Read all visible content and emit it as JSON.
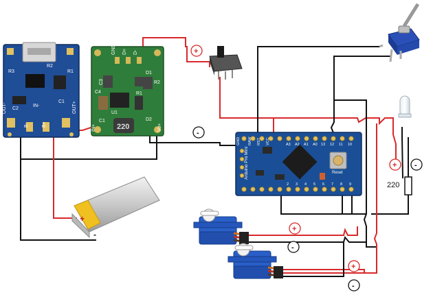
{
  "colors": {
    "wire_positive": "#d8282a",
    "wire_negative": "#111111",
    "charger_board": "#1f4d96",
    "boost_board": "#2f7d3a",
    "pro_mini_board": "#1a4f97",
    "servo_body": "#2a5fc8",
    "battery_body": "#c8c8c8",
    "battery_label": "#f0c020"
  },
  "symbols": {
    "plus": "+",
    "minus": "-"
  },
  "charger": {
    "labels": [
      "OUT-",
      "OUT+",
      "B-",
      "B+",
      "R1",
      "R2",
      "R3",
      "C1",
      "C2",
      "IN-"
    ]
  },
  "boost": {
    "labels": [
      "GND",
      "D+",
      "D-",
      "D1",
      "C1",
      "C3",
      "C4",
      "U1",
      "R1",
      "R2",
      "D2",
      "IN+",
      "220",
      "Vo+"
    ]
  },
  "pro_mini": {
    "labels": [
      "GND",
      "RAW",
      "RST",
      "VCC",
      "A3",
      "A2",
      "A1",
      "A0",
      "13",
      "12",
      "11",
      "10",
      "Reset",
      "Arduino Pro Mini",
      "9",
      "8",
      "7",
      "6",
      "5",
      "4",
      "3",
      "2"
    ]
  },
  "resistor": {
    "value": "220"
  }
}
